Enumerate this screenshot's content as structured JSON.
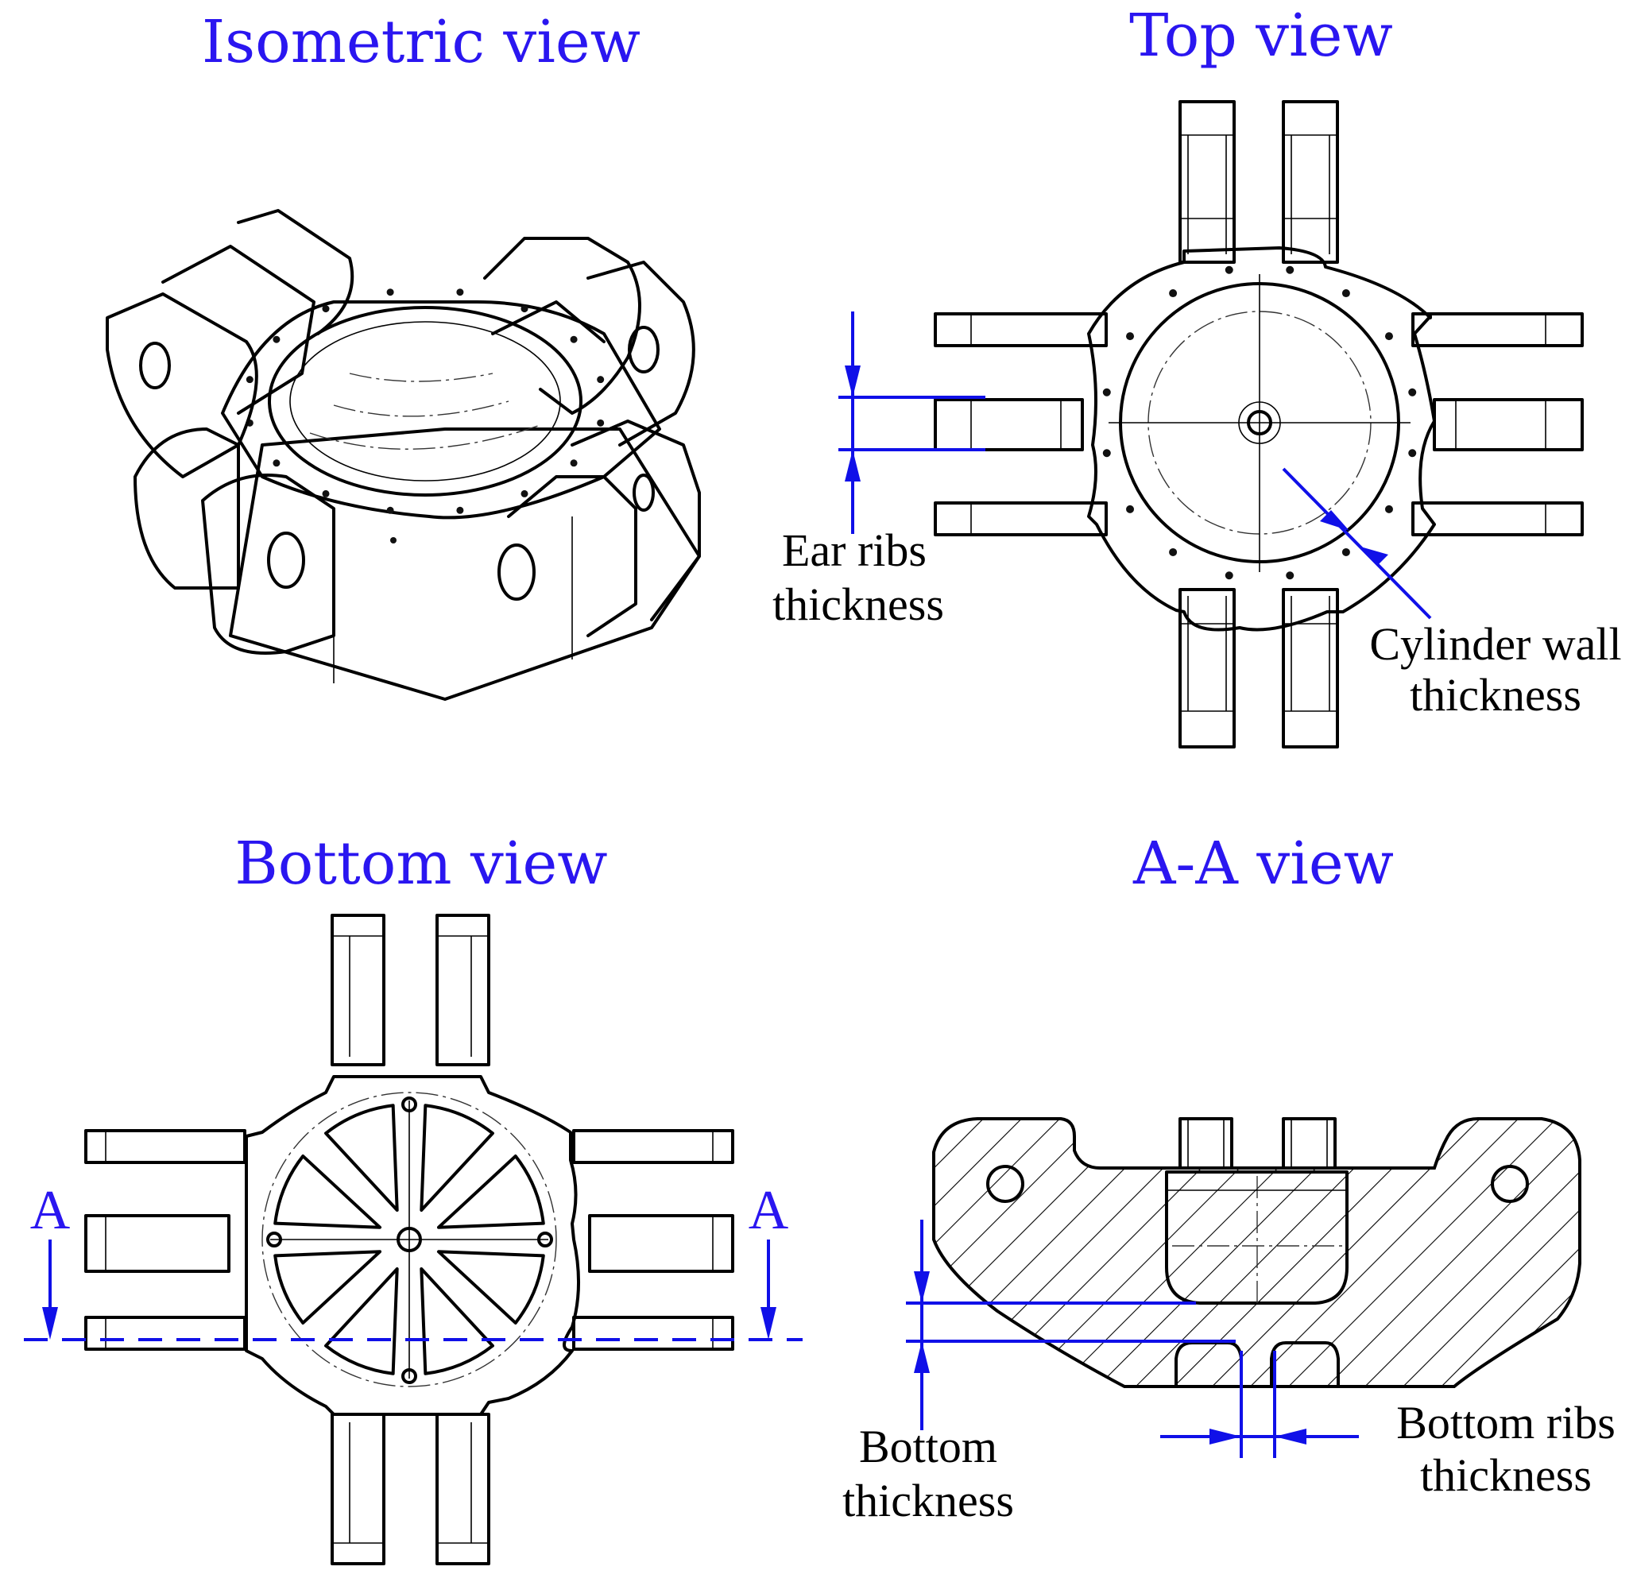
{
  "titles": {
    "isometric": "Isometric view",
    "top": "Top view",
    "bottom": "Bottom view",
    "section": "A-A view"
  },
  "labels": {
    "ear_ribs_line1": "Ear ribs",
    "ear_ribs_line2": "thickness",
    "cylinder_wall_line1": "Cylinder wall",
    "cylinder_wall_line2": "thickness",
    "bottom_thickness_line1": "Bottom",
    "bottom_thickness_line2": "thickness",
    "bottom_ribs_line1": "Bottom ribs",
    "bottom_ribs_line2": "thickness",
    "section_marker_left": "A",
    "section_marker_right": "A"
  },
  "colors": {
    "annotation_blue": "#1010e8",
    "title_blue": "#2a16f0",
    "line_black": "#000000"
  }
}
